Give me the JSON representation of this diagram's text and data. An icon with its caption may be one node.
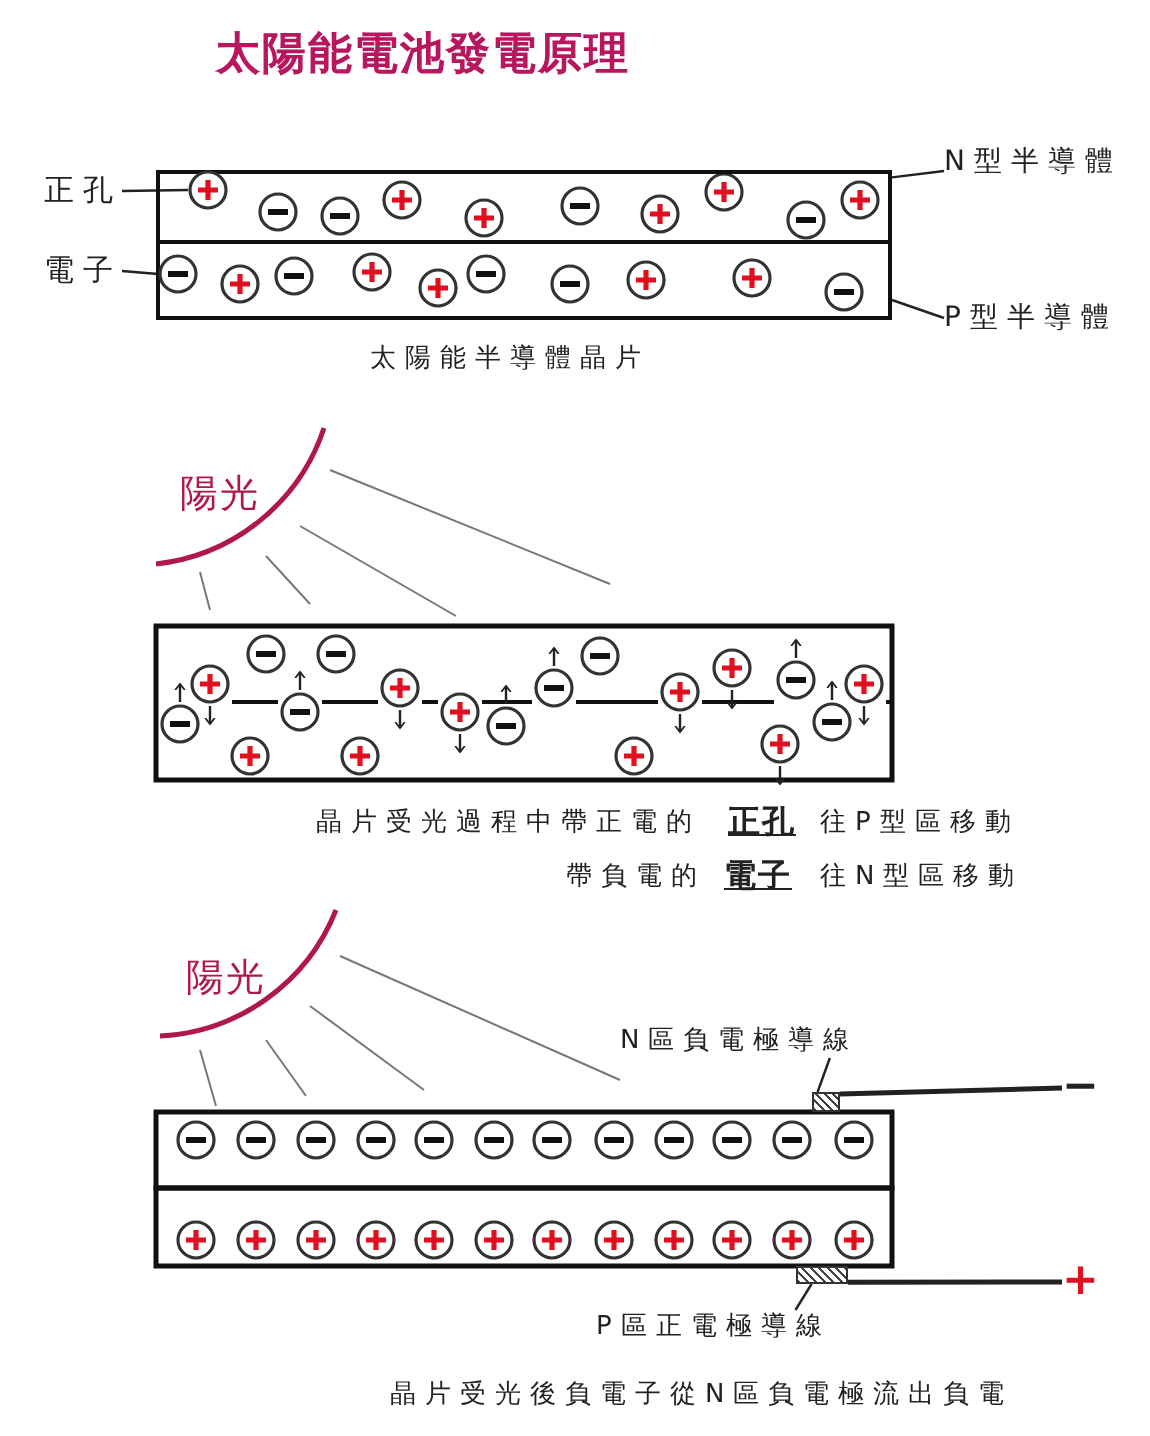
{
  "diagram": {
    "title": "太陽能電池發電原理",
    "nodes": [
      {
        "text": [
          "正孔"
        ]
      },
      {
        "text": [
          "電子"
        ]
      },
      {
        "text": [
          "N型半導體"
        ]
      },
      {
        "text": [
          "P型半導體"
        ]
      },
      {
        "text": [],
        "shape": "box"
      },
      {
        "text": [],
        "shape": "box"
      },
      {
        "text": [],
        "shape": "circle",
        "in": 4
      },
      {
        "text": [],
        "shape": "circle",
        "in": 5
      },
      {
        "text": [
          "N區負電極導線"
        ]
      },
      {
        "text": [],
        "shape": "box"
      },
      {
        "text": [
          "−"
        ]
      },
      {
        "text": [
          "P區正電極導線"
        ]
      },
      {
        "text": [],
        "shape": "box"
      },
      {
        "text": [
          "+"
        ]
      }
    ],
    "edges": [
      {
        "from": 0,
        "to": 6,
        "arrow": "none"
      },
      {
        "from": 1,
        "to": 7,
        "arrow": "none"
      },
      {
        "from": 2,
        "to": 4,
        "arrow": "none"
      },
      {
        "from": 3,
        "to": 5,
        "arrow": "none"
      },
      {
        "from": 8,
        "to": 9,
        "arrow": "none"
      },
      {
        "from": 9,
        "to": 10,
        "arrow": "none"
      },
      {
        "from": 11,
        "to": 12,
        "arrow": "none"
      },
      {
        "from": 12,
        "to": 13,
        "arrow": "none"
      }
    ],
    "labels": [
      "太陽能半導體晶片",
      "陽光",
      "晶片受光過程中帶正電的",
      "正孔",
      "往P型區移動",
      "帶負電的",
      "電子",
      "往N型區移動",
      "陽光",
      "晶片受光後負電子從N區負電極流出負電"
    ]
  }
}
